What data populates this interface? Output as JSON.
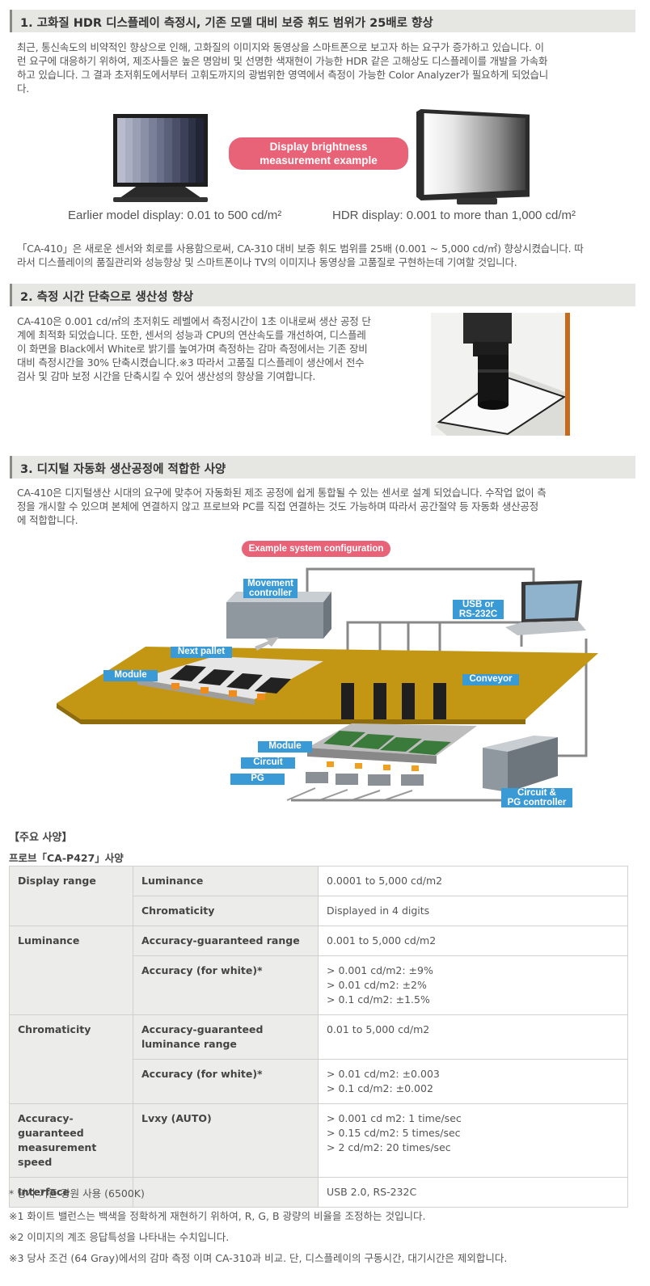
{
  "section1": {
    "title": "1. 고화질 HDR 디스플레이 측정시, 기존 모델 대비 보증 휘도 범위가 25배로 향상",
    "para1": [
      "최근, 통신속도의 비약적인 향상으로 인해, 고화질의 이미지와 동영상을 스마트폰으로 보고자 하는 요구가 증가하고 있습니다. 이",
      "런 요구에 대응하기 위하여, 제조사들은 높은 명암비 및 선명한 색재현이 가능한 HDR 같은 고해상도 디스플레이를 개발을 가속화",
      "하고 있습니다. 그 결과 초저휘도에서부터 고휘도까지의 광범위한 영역에서 측정이 가능한 Color Analyzer가 필요하게 되었습니",
      "다."
    ],
    "pill": [
      "Display brightness",
      "measurement example"
    ],
    "caption_earlier": "Earlier model display: 0.01 to 500 cd/m²",
    "caption_hdr": "HDR display: 0.001 to more than  1,000 cd/m²",
    "para2": [
      "「CA-410」은 새로운 센서와 회로를 사용함으로써, CA-310 대비 보증 휘도 범위를 25배 (0.001 ~ 5,000 cd/㎡) 향상시켰습니다. 따",
      "라서 디스플레이의 품질관리와 성능향상 및 스마트폰이나 TV의 이미지나 동영상을 고품질로 구현하는데 기여할 것입니다."
    ]
  },
  "section2": {
    "title": "2. 측정 시간 단축으로 생산성 향상",
    "para": [
      "CA-410은 0.001 cd/㎡의 초저휘도 레벨에서 측정시간이 1초 이내로써 생산 공정 단",
      "계에 최적화 되었습니다. 또한, 센서의 성능과 CPU의 연산속도를 개선하여, 디스플레",
      "이 화면을 Black에서 White로 밝기를 높여가며 측정하는 감마 측정에서는 기존 장비",
      "대비 측정시간을 30% 단축시켰습니다.※3 따라서 고품질 디스플레이 생산에서 전수",
      "검사 및 감마 보정 시간을 단축시킬 수 있어 생산성의 향상을 기여합니다."
    ]
  },
  "section3": {
    "title": "3. 디지털 자동화 생산공정에 적합한 사양",
    "para": [
      "CA-410은 디지털생산 시대의 요구에 맞추어 자동화된 제조 공정에 쉽게 통합될 수 있는 센서로 설계 되었습니다. 수작업 없이 측",
      "정을 개시할 수 있으며 본체에 연결하지 않고 프로브와 PC를 직접 연결하는 것도 가능하며 따라서 공간절약 등 자동화 생산공정",
      "에 적합합니다."
    ],
    "diagram": {
      "pill": "Example system configuration",
      "movement_controller": [
        "Movement",
        "controller"
      ],
      "usb": [
        "USB or",
        "RS-232C"
      ],
      "next_pallet": "Next pallet",
      "module_left": "Module",
      "conveyor": "Conveyor",
      "module": "Module",
      "circuit": "Circuit",
      "pg": "PG",
      "circuit_pg": [
        "Circuit &",
        "PG controller"
      ]
    }
  },
  "specs": {
    "heading": "【주요 사양】",
    "subheading": "프로브「CA-P427」사양",
    "rows": {
      "display_range": "Display range",
      "luminance_label": "Luminance",
      "luminance_value": "0.0001 to 5,000 cd/m2",
      "chromaticity_label": "Chromaticity",
      "chromaticity_value": "Displayed in 4 digits",
      "lum_group": "Luminance",
      "lum_acc_range": "Accuracy-guaranteed range",
      "lum_acc_range_value": "0.001 to 5,000 cd/m2",
      "lum_acc_white": "Accuracy (for white)*",
      "lum_acc_white_values": [
        "> 0.001 cd/m2: ±9%",
        "> 0.01 cd/m2: ±2%",
        "> 0.1 cd/m2: ±1.5%"
      ],
      "chroma_group": "Chromaticity",
      "chroma_acc_lum_range": "Accuracy-guaranteed luminance range",
      "chroma_acc_lum_range_value": "0.01 to 5,000 cd/m2",
      "chroma_acc_white": "Accuracy (for white)*",
      "chroma_acc_white_values": [
        "> 0.01 cd/m2: ±0.003",
        "> 0.1 cd/m2: ±0.002"
      ],
      "speed_group": "Accuracy-guaranteed measurement speed",
      "speed_mode": "Lvxy (AUTO)",
      "speed_values": [
        "> 0.001 cd m2: 1 time/sec",
        "> 0.15 cd/m2: 5 times/sec",
        "> 2 cd/m2: 20 times/sec"
      ],
      "interface_label": "Interface",
      "interface_value": "USB 2.0, RS-232C"
    }
  },
  "notes": [
    "*  당사 기준 광원 사용 (6500K)",
    "※1  화이트 밸런스는 백색을 정확하게 재현하기 위하여, R, G, B 광량의 비율을 조정하는 것입니다.",
    "※2  이미지의 계조 응답특성을 나타내는 수치입니다.",
    "※3  당사 조건 (64 Gray)에서의 감마 측정 이며 CA-310과 비교. 단, 디스플레이의 구동시간, 대기시간은 제외합니다."
  ]
}
